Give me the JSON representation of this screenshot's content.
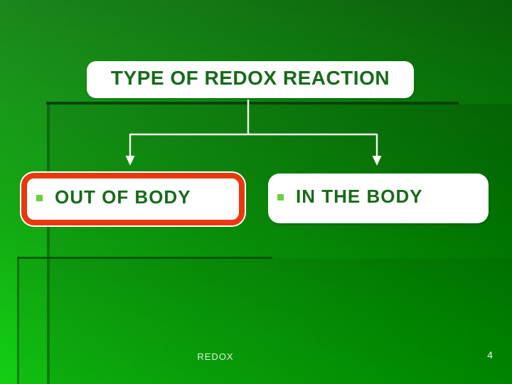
{
  "slide": {
    "title": "TYPE OF REDOX REACTION",
    "branches": [
      {
        "label": "OUT OF BODY",
        "highlighted": true
      },
      {
        "label": "IN THE BODY",
        "highlighted": false
      }
    ],
    "footer": "REDOX",
    "page_number": "4",
    "icons": {
      "bullet": "square-bullet-icon"
    },
    "colors": {
      "background_green": "#009a00",
      "panel_shadow_green": "#073a07",
      "box_fill": "#ffffff",
      "title_text": "#176a19",
      "node_text": "#176a19",
      "bullet_green": "#6fce3e",
      "highlight_border_red": "#e8390e",
      "connector_white": "#fcfcf2",
      "footer_text": "#e2f0e2"
    }
  }
}
